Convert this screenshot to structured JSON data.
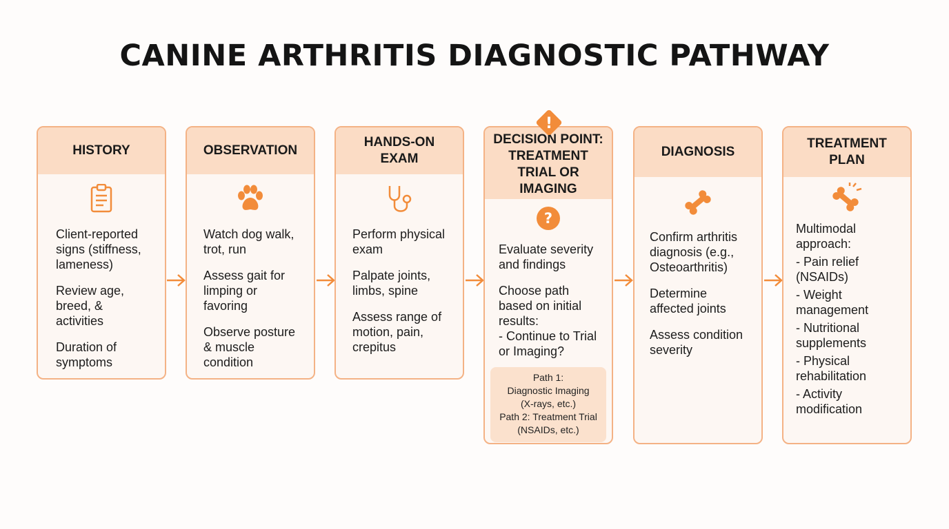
{
  "title": "CANINE ARTHRITIS DIAGNOSTIC PATHWAY",
  "colors": {
    "accent": "#f28c3a",
    "border": "#f4b285",
    "header_bg": "#fbdcc5",
    "card_bg": "#fdf7f3"
  },
  "steps": [
    {
      "header": "HISTORY",
      "icon": "clipboard-icon",
      "items": [
        "Client-reported\nsigns (stiffness,\nlameness)",
        "Review age,\nbreed, &\nactivities",
        "Duration of\nsymptoms"
      ]
    },
    {
      "header": "OBSERVATION",
      "icon": "paw-icon",
      "items": [
        "Watch dog walk,\ntrot, run",
        "Assess gait for\nlimping or\nfavoring",
        "Observe posture\n& muscle\ncondition"
      ]
    },
    {
      "header": "HANDS-ON\nEXAM",
      "icon": "stethoscope-icon",
      "items": [
        "Perform physical\nexam",
        "Palpate joints,\nlimbs, spine",
        "Assess range of\nmotion, pain,\ncrepitus"
      ]
    },
    {
      "header": "DECISION POINT:\nTREATMENT\nTRIAL OR IMAGING",
      "icon": "question-icon",
      "badge_icon": "warning-icon",
      "items": [
        "Evaluate severity\nand findings",
        "Choose path\nbased on initial\nresults:\n- Continue to Trial\nor Imaging?"
      ],
      "paths": [
        "Path 1:\nDiagnostic Imaging\n(X-rays, etc.)",
        "Path 2: Treatment Trial\n(NSAIDs, etc.)"
      ]
    },
    {
      "header": "DIAGNOSIS",
      "icon": "bone-icon",
      "items": [
        "Confirm arthritis\ndiagnosis (e.g.,\nOsteoarthritis)",
        "Determine\naffected joints",
        "Assess condition\nseverity"
      ]
    },
    {
      "header": "TREATMENT\nPLAN",
      "icon": "bone-relief-icon",
      "items": [
        "Multimodal\napproach:",
        "- Pain relief\n  (NSAIDs)",
        "- Weight\n  management",
        "- Nutritional\n  supplements",
        "- Physical\n  rehabilitation",
        "- Activity\n  modification"
      ]
    }
  ]
}
